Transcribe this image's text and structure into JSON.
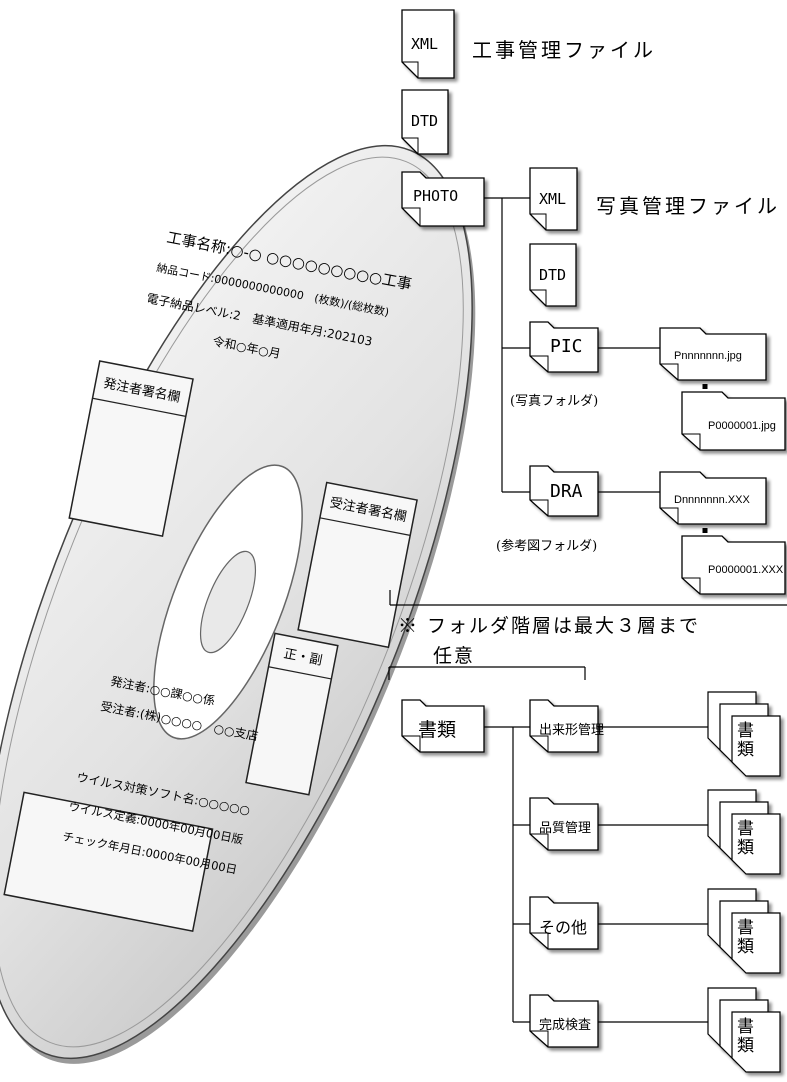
{
  "colors": {
    "disc_light": "#f4f4f4",
    "disc_dark": "#bdbdbd",
    "line": "#000000",
    "file_fill": "#ffffff"
  },
  "disc": {
    "project_name": "工事名称:○-○ ○○○○○○○○○工事",
    "delivery_code": "納品コード:0000000000000　(枚数)/(総枚数)",
    "level": "電子納品レベル:2　基準適用年月:202103",
    "date": "令和○年○月",
    "orderer_sign": "発注者署名欄",
    "contractor_sign": "受注者署名欄",
    "copy_type": "正・副",
    "orderer": "発注者:○○課○○係",
    "contractor": "受注者:(株)○○○○　○○支店",
    "virus_soft": "ウイルス対策ソフト名:○○○○○",
    "virus_def": "ウイルス定義:0000年00月00日版",
    "check_date": "チェック年月日:0000年00月00日"
  },
  "tree": {
    "xml_label": "XML",
    "dtd_label": "DTD",
    "photo_label": "PHOTO",
    "pic_label": "PIC",
    "dra_label": "DRA",
    "construction_file": "工事管理ファイル",
    "photo_file": "写真管理ファイル",
    "pic_caption": "(写真フォルダ)",
    "dra_caption": "(参考図フォルダ)",
    "pic_file_1": "Pnnnnnnn.jpg",
    "pic_file_2": "P0000001.jpg",
    "dra_file_1": "Dnnnnnnn.XXX",
    "dra_file_2": "P0000001.XXX",
    "note": "※ フォルダ階層は最大３層まで",
    "optional": "任意",
    "docs_label": "書類",
    "doc_stack_label": "書類",
    "subfolders": [
      "出来形管理",
      "品質管理",
      "その他",
      "完成検査"
    ]
  }
}
